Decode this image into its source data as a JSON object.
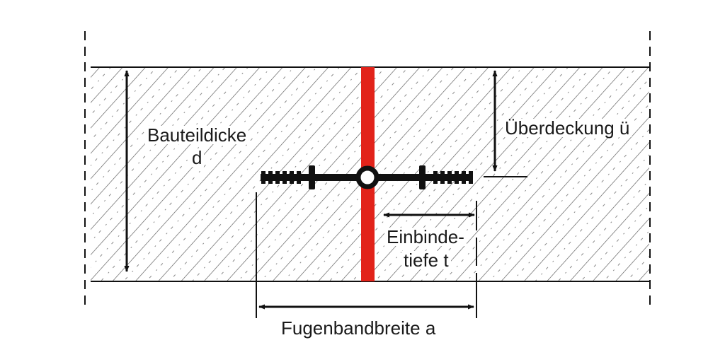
{
  "labels": {
    "thickness_line1": "Bauteildicke",
    "thickness_line2": "d",
    "overlap": "Überdeckung ü",
    "embed_line1": "Einbinde-",
    "embed_line2": "tiefe t",
    "band_width": "Fugenbandbreite a"
  },
  "colors": {
    "joint_gap": "#e2231a",
    "band": "#111111",
    "lines": "#111111",
    "hatch": "#555555",
    "background": "#ffffff"
  }
}
